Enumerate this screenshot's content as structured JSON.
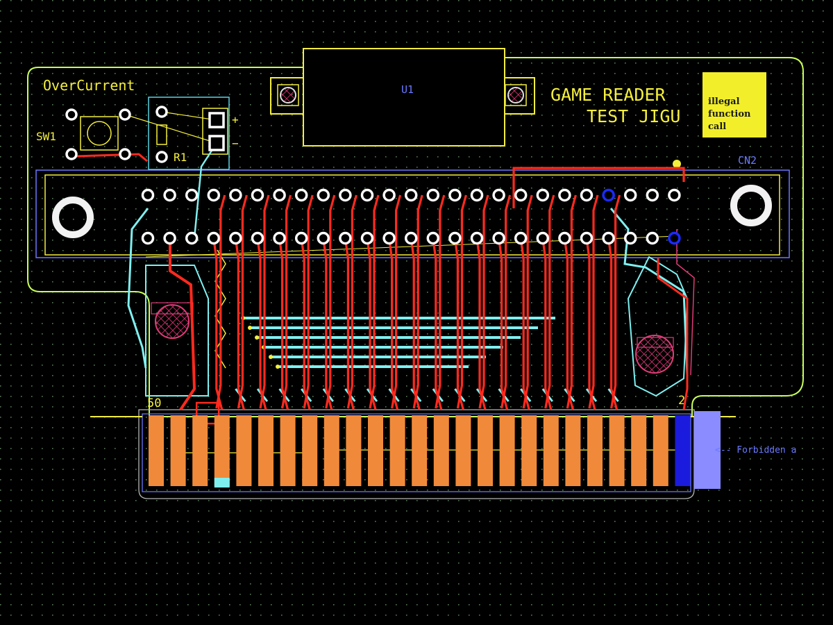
{
  "colors": {
    "background": "#000000",
    "grid": "#7fb07f",
    "board_outline": "#c8ff5a",
    "silkscreen_yellow": "#f4ef3c",
    "courtyard_cyan": "#5ad6e6",
    "connector_outline": "#6a78ff",
    "top_copper": "#ff2a1e",
    "bottom_copper": "#7ff0f0",
    "pad_white": "#ffffff",
    "edge_finger": "#f08a3a",
    "edge_finger_highlight": "#1b1bdd",
    "forbidden_area": "#8a8cff",
    "pour_pink": "#e03c78",
    "via_blue": "#1b2bff",
    "logo_box": "#f2ef2a"
  },
  "labels": {
    "overcurrent": "OverCurrent",
    "sw1": "SW1",
    "r1": "R1",
    "u1": "U1",
    "cn2": "CN2",
    "title_line1": "GAME READER",
    "title_line2": "TEST JIGU",
    "logo_line1": "illegal",
    "logo_line2": "function",
    "logo_line3": "call",
    "plus": "+",
    "minus": "−",
    "pin_50": "50",
    "pin_2": "2",
    "forbidden_note": "<-- Forbidden a"
  }
}
